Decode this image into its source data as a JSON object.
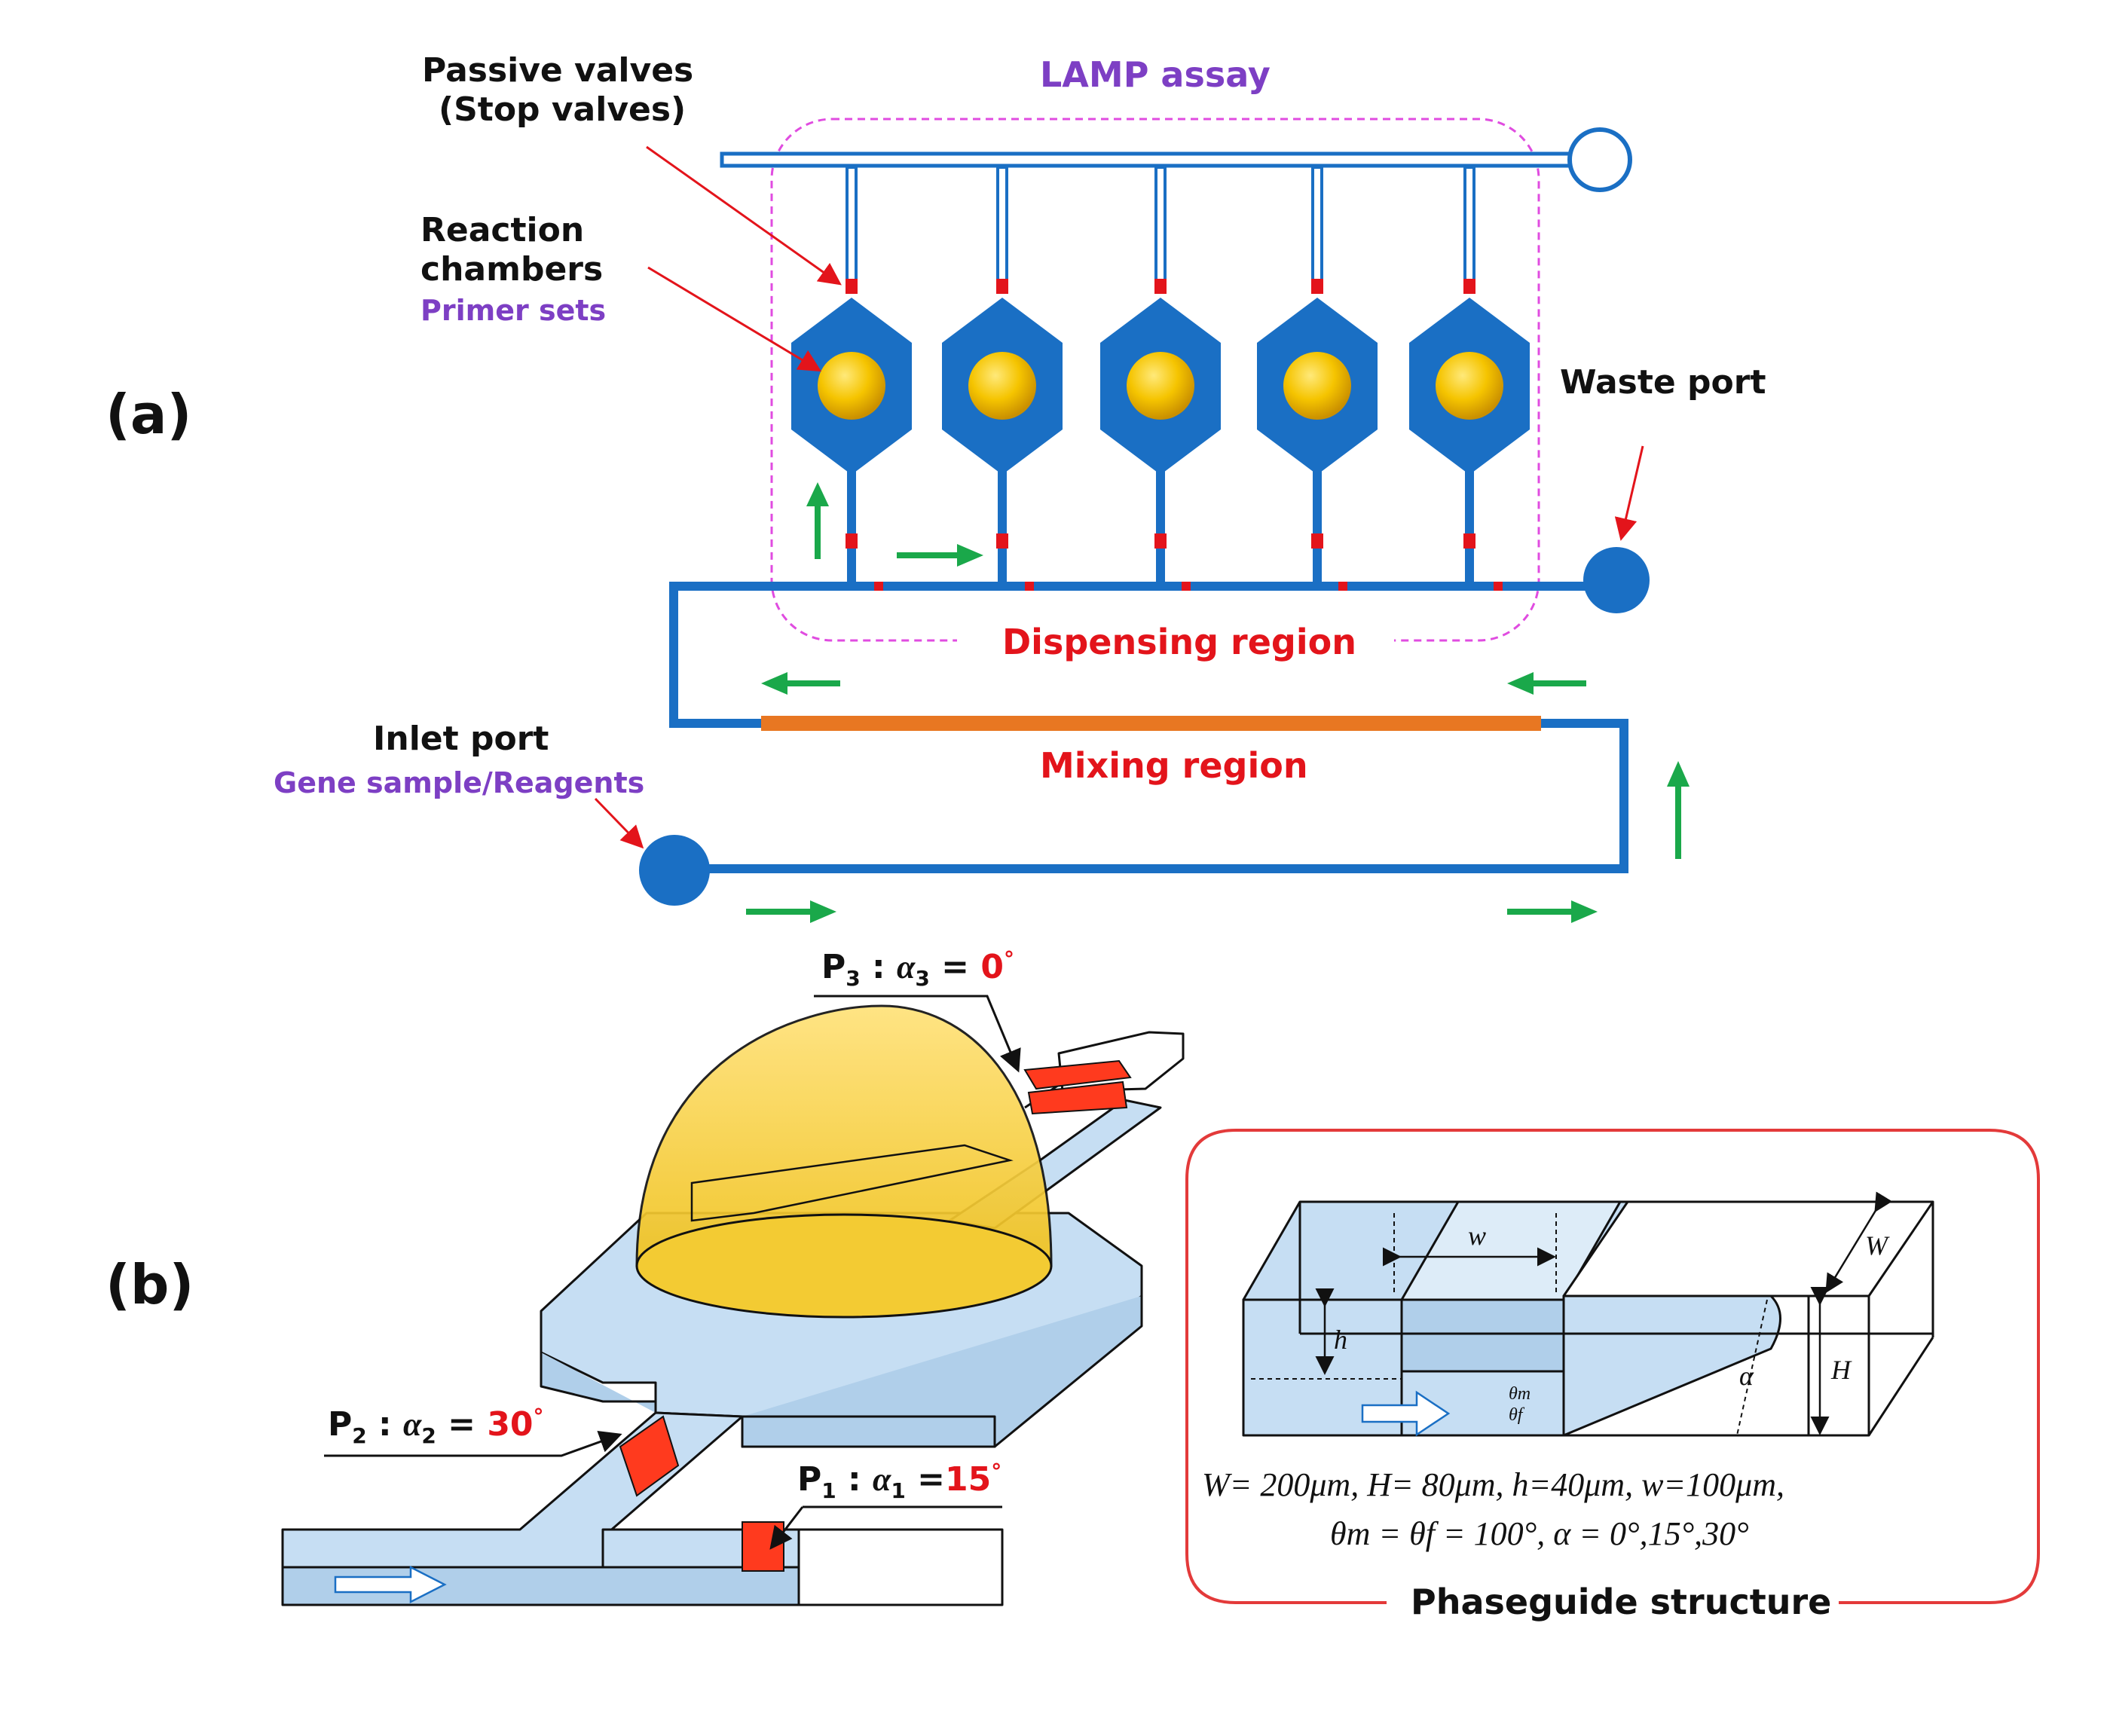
{
  "panel_a": {
    "label": "(a)",
    "passive_valves_line1": "Passive valves",
    "passive_valves_line2": "(Stop valves)",
    "lamp_assay": "LAMP assay",
    "reaction_chambers_line1": "Reaction",
    "reaction_chambers_line2": "chambers",
    "primer_sets": "Primer sets",
    "waste_port": "Waste port",
    "dispensing_region": "Dispensing region",
    "mixing_region": "Mixing region",
    "inlet_port": "Inlet port",
    "gene_sample": "Gene sample/Reagents"
  },
  "panel_b": {
    "label": "(b)",
    "p3_prefix": "P",
    "p3_sub": "3",
    "p3_mid": " : ",
    "p3_alpha": "α",
    "p3_alpha_sub": "3",
    "p3_eq": " = ",
    "p3_value": "0",
    "p3_deg": "°",
    "p2_prefix": "P",
    "p2_sub": "2",
    "p2_mid": " : ",
    "p2_alpha": "α",
    "p2_alpha_sub": "2",
    "p2_eq": " = ",
    "p2_value": "30",
    "p2_deg": "°",
    "p1_prefix": "P",
    "p1_sub": "1",
    "p1_mid": " : ",
    "p1_alpha": "α",
    "p1_alpha_sub": "1",
    "p1_eq": " =",
    "p1_value": "15",
    "p1_deg": "°"
  },
  "phaseguide": {
    "title": "Phaseguide structure",
    "w_label": "w",
    "W_label": "W",
    "h_label": "h",
    "H_label": "H",
    "alpha_label": "α",
    "theta_m": "θm",
    "theta_f": "θf",
    "params_line1": "W= 200μm, H= 80μm, h=40μm, w=100μm,",
    "params_line2": "θm = θf = 100°, α = 0°,15°,30°"
  },
  "colors": {
    "channel_blue": "#1a6fc4",
    "valve_red": "#e3141b",
    "arrow_green": "#1aa84a",
    "mixing_orange": "#e87722",
    "label_purple": "#7d3fc4",
    "label_red": "#e3141b",
    "chamber_yellow": "#f5c400",
    "frame_pink": "#e04ce0",
    "box_red": "#e33a3a",
    "liquid_blue": "#b9d7ef"
  },
  "icons": [
    "arrow-right-icon",
    "arrow-left-icon",
    "arrow-up-icon",
    "hollow-arrow-icon"
  ]
}
